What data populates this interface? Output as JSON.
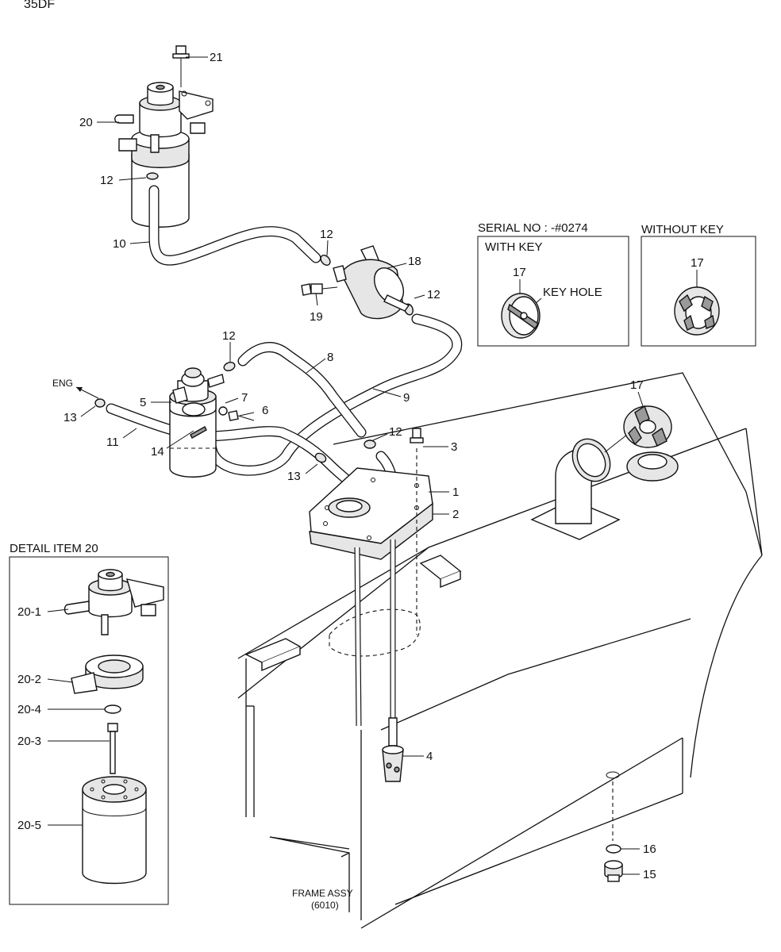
{
  "header": {
    "model": "35DF"
  },
  "callouts": {
    "c21": "21",
    "c20": "20",
    "c12a": "12",
    "c10": "10",
    "c12b": "12",
    "c18": "18",
    "c19": "19",
    "c12c": "12",
    "c12d": "12",
    "c8": "8",
    "c5": "5",
    "c7": "7",
    "c6": "6",
    "c9": "9",
    "c13a": "13",
    "c11": "11",
    "c14": "14",
    "c12e": "12",
    "c13b": "13",
    "c3": "3",
    "c1": "1",
    "c2": "2",
    "c17main": "17",
    "c4": "4",
    "c16": "16",
    "c15": "15",
    "eng": "ENG"
  },
  "serial_box": {
    "serial_title": "SERIAL NO : -#0274",
    "with_key_title": "WITH KEY",
    "with_key_item": "17",
    "key_hole": "KEY HOLE",
    "without_key_title": "WITHOUT KEY",
    "without_key_item": "17"
  },
  "detail": {
    "title": "DETAIL ITEM 20",
    "items": [
      "20-1",
      "20-2",
      "20-4",
      "20-3",
      "20-5"
    ]
  },
  "frame": {
    "line1": "FRAME ASSY",
    "line2": "(6010)"
  }
}
